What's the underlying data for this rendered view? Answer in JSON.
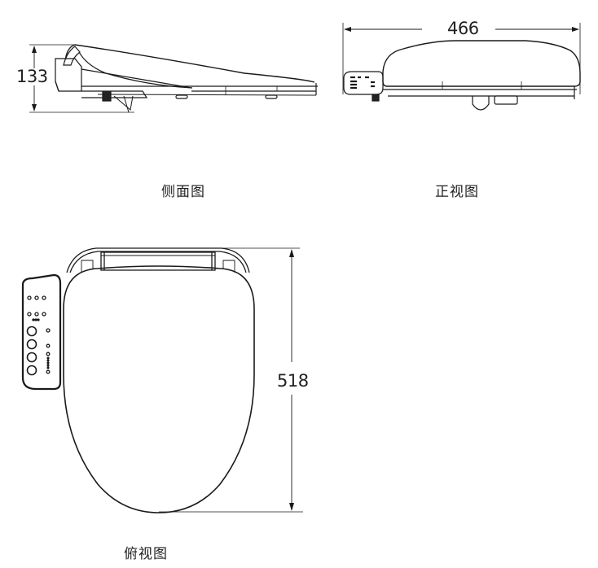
{
  "figure": {
    "views": [
      {
        "id": "side",
        "caption": "侧面图",
        "dimension": {
          "label": "133",
          "orientation": "vertical"
        }
      },
      {
        "id": "front",
        "caption": "正视图",
        "dimension": {
          "label": "466",
          "orientation": "horizontal"
        }
      },
      {
        "id": "top",
        "caption": "俯视图",
        "dimension": {
          "label": "518",
          "orientation": "vertical"
        }
      }
    ],
    "line_color": "#1a1a1a",
    "background": "#ffffff"
  }
}
